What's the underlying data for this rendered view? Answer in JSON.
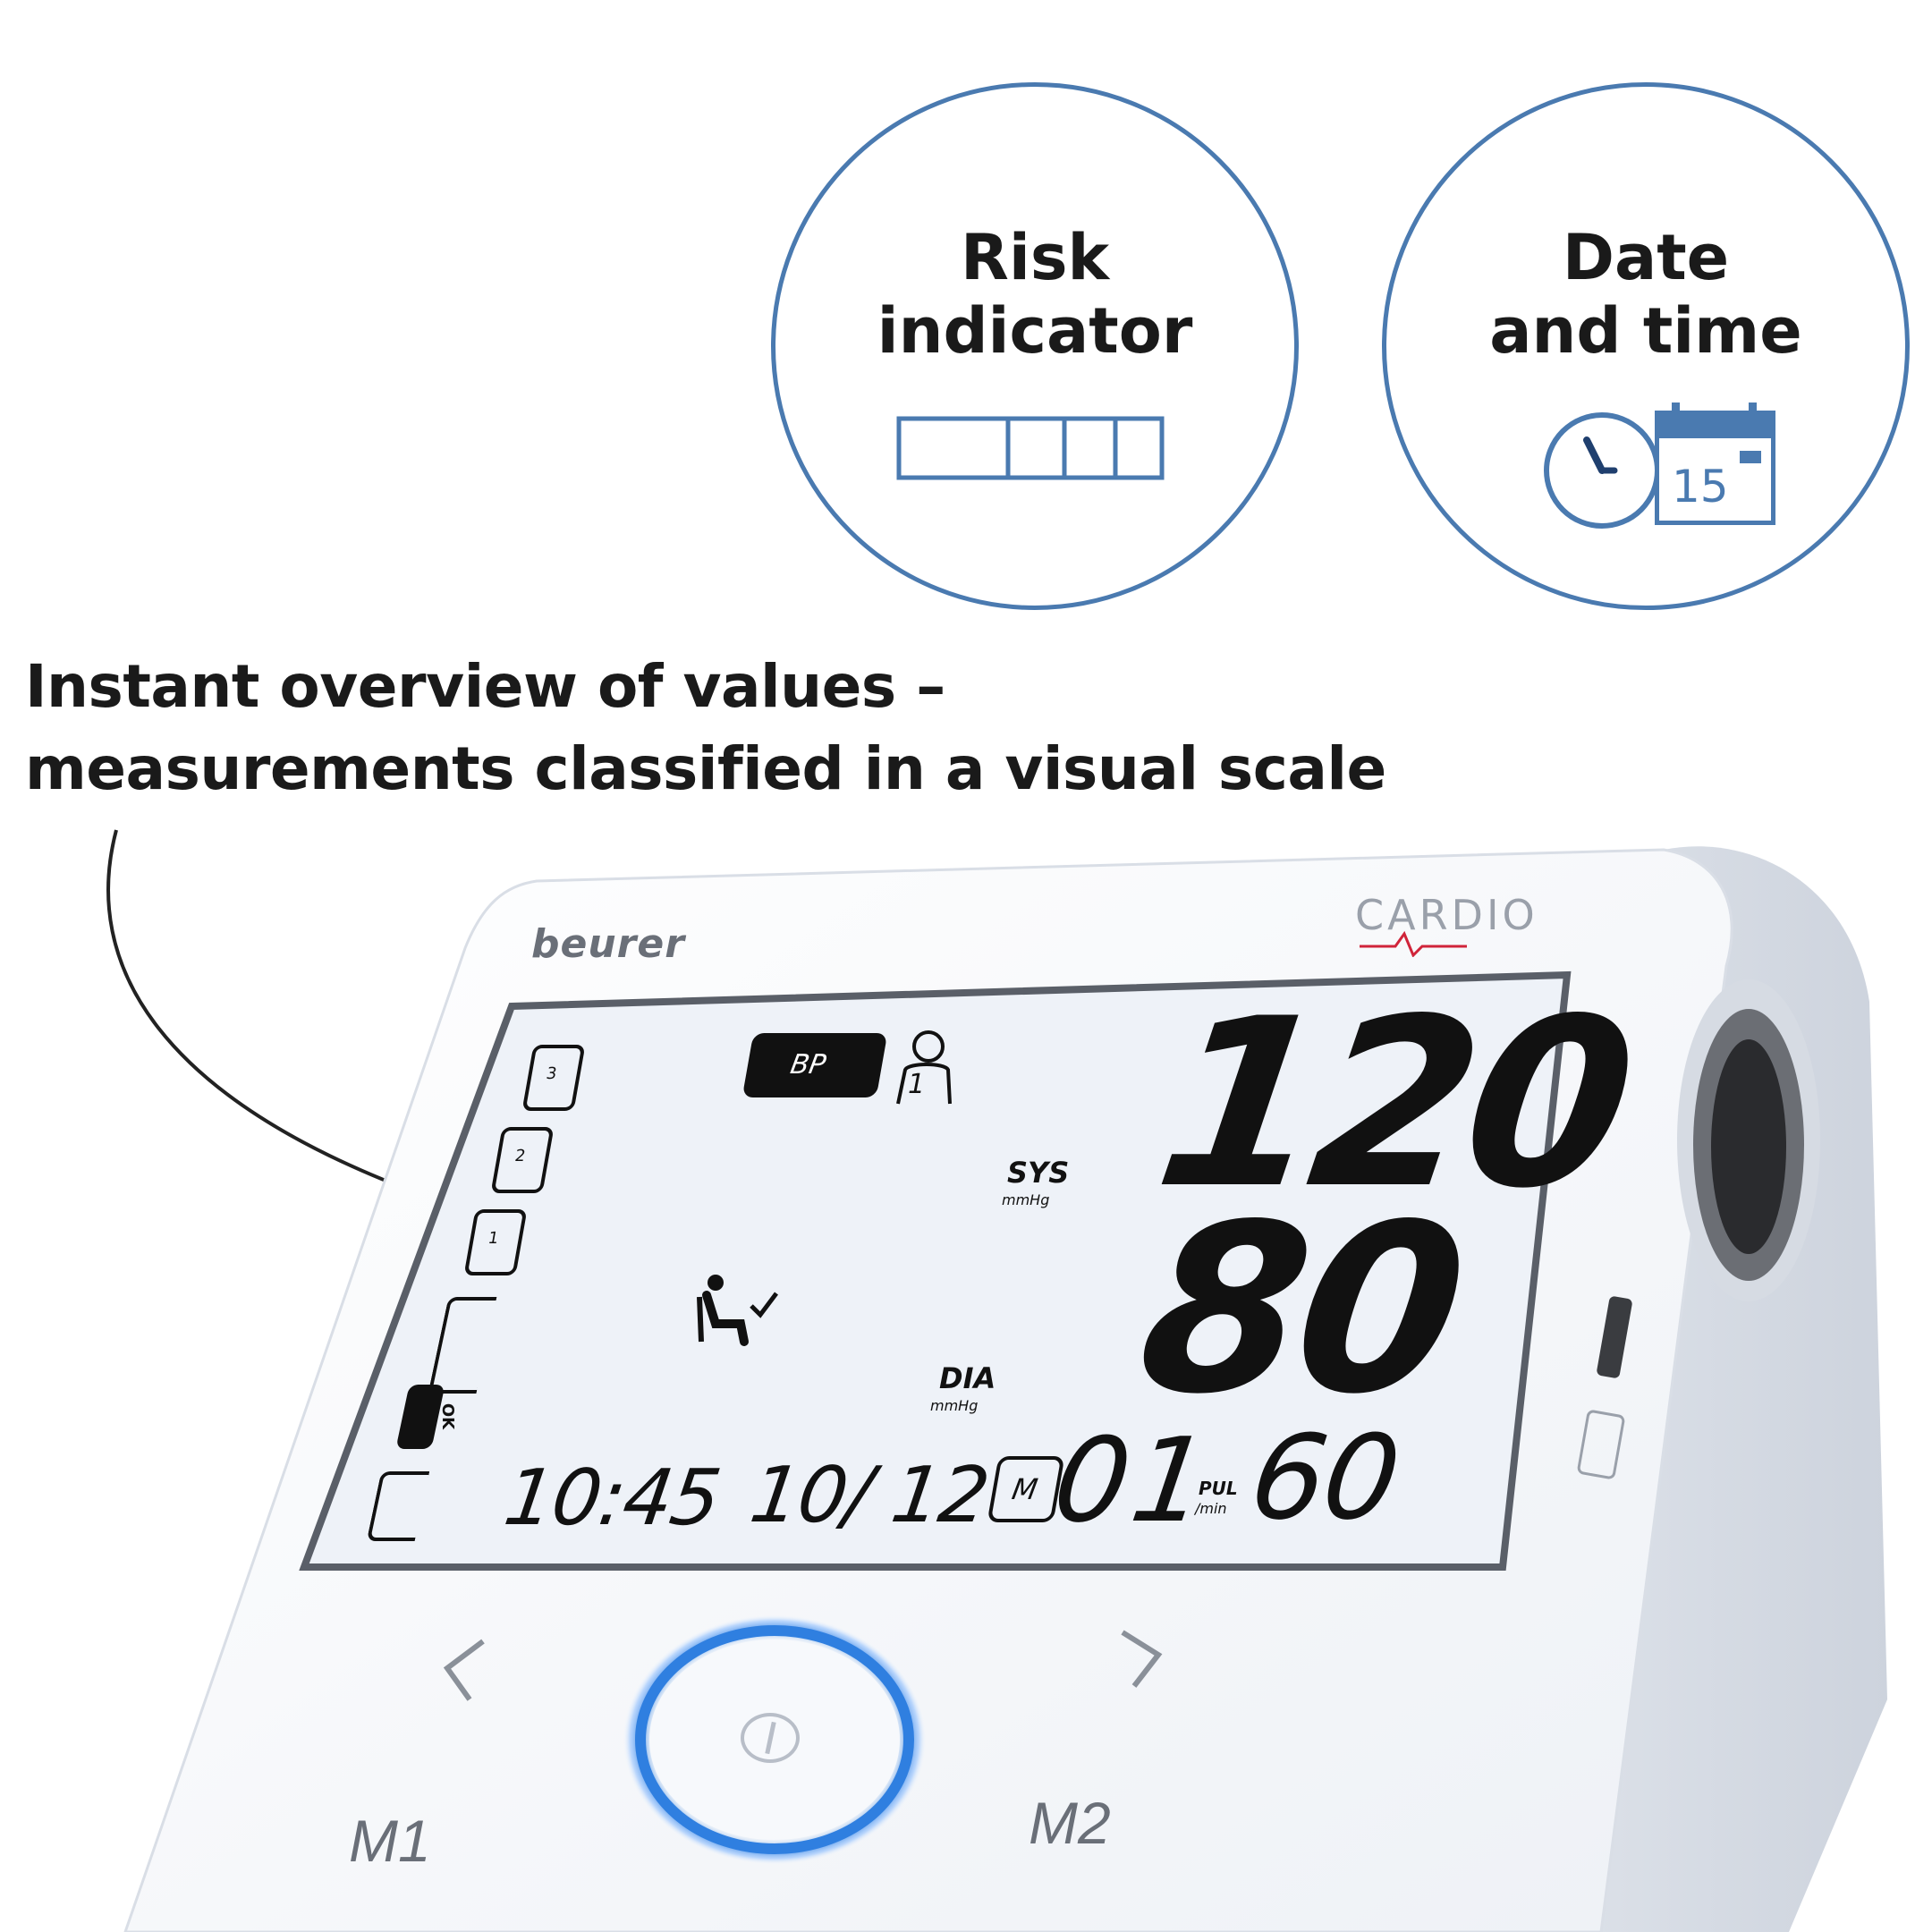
{
  "features": {
    "risk": {
      "line1": "Risk",
      "line2": "indicator"
    },
    "datetime": {
      "line1": "Date",
      "line2": "and time",
      "calendar_day": "15"
    }
  },
  "headline": {
    "line1": "Instant overview of values –",
    "line2": "measurements classified in a visual scale"
  },
  "device": {
    "brand": "beurer",
    "model": "CARDIO",
    "display": {
      "mode": "BP",
      "user": "1",
      "systolic": "120",
      "systolic_label": "SYS",
      "systolic_unit": "mmHg",
      "diastolic": "80",
      "diastolic_label": "DIA",
      "diastolic_unit": "mmHg",
      "time": "10:45",
      "date": "10/ 12",
      "memory_label": "M",
      "memory_number": "01",
      "pulse_label": "PUL",
      "pulse_unit": "/min",
      "pulse": "60",
      "scale_levels": [
        "3",
        "2",
        "1"
      ],
      "scale_ok": "OK"
    },
    "buttons": {
      "m1": "M1",
      "m2": "M2"
    }
  },
  "colors": {
    "accent": "#4a7ab0",
    "lcd_bg": "#eef2f8",
    "glow": "#2f7fe0",
    "cardio_red": "#d0243a"
  }
}
